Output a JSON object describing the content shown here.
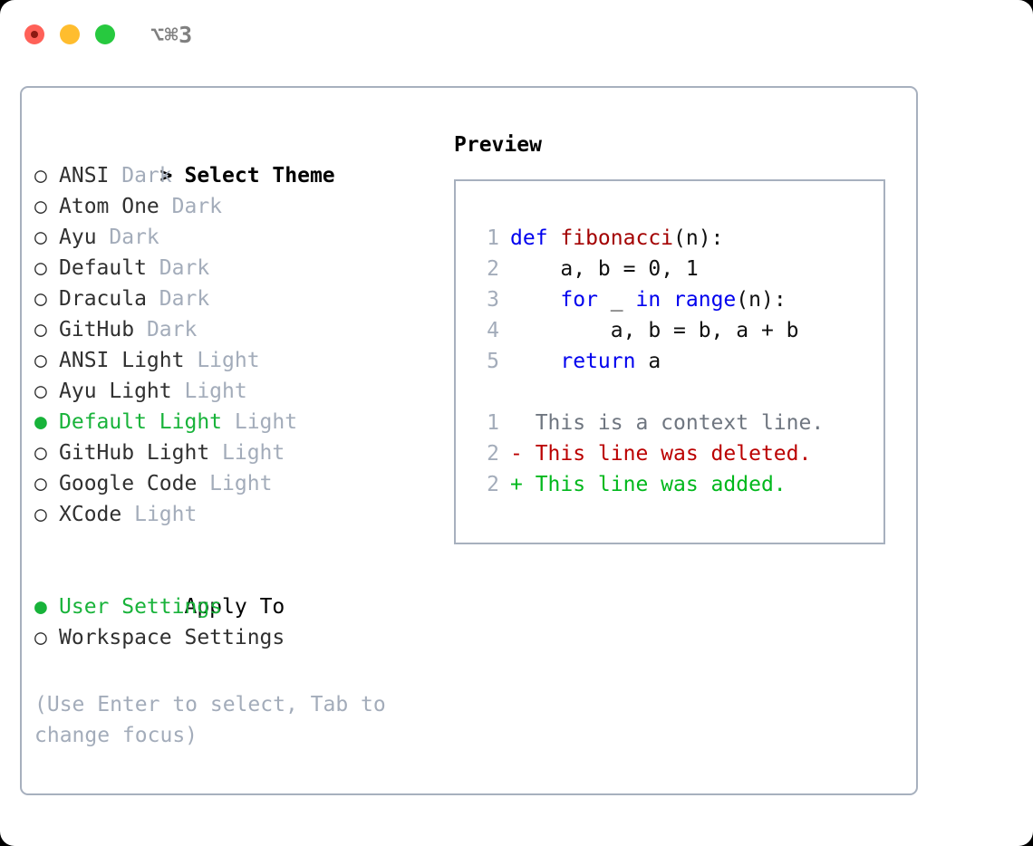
{
  "titlebar": {
    "title": "⌥⌘3",
    "buttons": [
      {
        "name": "close",
        "glyph": "",
        "color": "#ff6158"
      },
      {
        "name": "minimize",
        "glyph": "",
        "color": "#ffbd2e"
      },
      {
        "name": "maximize",
        "glyph": "",
        "color": "#27c93f"
      }
    ]
  },
  "theme_list": {
    "header": "Select Theme",
    "prompt_marker": ">",
    "marker_selected": "●",
    "marker_unselected": "○",
    "items": [
      {
        "label": "ANSI",
        "suffix": "Dark",
        "selected": false
      },
      {
        "label": "Atom One",
        "suffix": "Dark",
        "selected": false
      },
      {
        "label": "Ayu",
        "suffix": "Dark",
        "selected": false
      },
      {
        "label": "Default",
        "suffix": "Dark",
        "selected": false
      },
      {
        "label": "Dracula",
        "suffix": "Dark",
        "selected": false
      },
      {
        "label": "GitHub",
        "suffix": "Dark",
        "selected": false
      },
      {
        "label": "ANSI Light",
        "suffix": "Light",
        "selected": false
      },
      {
        "label": "Ayu Light",
        "suffix": "Light",
        "selected": false
      },
      {
        "label": "Default Light",
        "suffix": "Light",
        "selected": true
      },
      {
        "label": "GitHub Light",
        "suffix": "Light",
        "selected": false
      },
      {
        "label": "Google Code",
        "suffix": "Light",
        "selected": false
      },
      {
        "label": "XCode",
        "suffix": "Light",
        "selected": false
      }
    ]
  },
  "apply_to": {
    "header": "Apply To",
    "items": [
      {
        "label": "User Settings",
        "selected": true
      },
      {
        "label": "Workspace Settings",
        "selected": false
      }
    ]
  },
  "hint": "(Use Enter to select, Tab to change focus)",
  "preview": {
    "title": "Preview",
    "code_lines": [
      {
        "no": "1",
        "tokens": [
          {
            "t": "def ",
            "c": "kw"
          },
          {
            "t": "fibonacci",
            "c": "fn"
          },
          {
            "t": "(n):",
            "c": "plain"
          }
        ]
      },
      {
        "no": "2",
        "tokens": [
          {
            "t": "    a, b = ",
            "c": "plain"
          },
          {
            "t": "0",
            "c": "num"
          },
          {
            "t": ", ",
            "c": "plain"
          },
          {
            "t": "1",
            "c": "num"
          }
        ]
      },
      {
        "no": "3",
        "tokens": [
          {
            "t": "    ",
            "c": "plain"
          },
          {
            "t": "for",
            "c": "kw"
          },
          {
            "t": " _ ",
            "c": "plain"
          },
          {
            "t": "in",
            "c": "kw"
          },
          {
            "t": " ",
            "c": "plain"
          },
          {
            "t": "range",
            "c": "kw"
          },
          {
            "t": "(n):",
            "c": "plain"
          }
        ]
      },
      {
        "no": "4",
        "tokens": [
          {
            "t": "        a, b = b, a + b",
            "c": "plain"
          }
        ]
      },
      {
        "no": "5",
        "tokens": [
          {
            "t": "    ",
            "c": "plain"
          },
          {
            "t": "return",
            "c": "kw"
          },
          {
            "t": " a",
            "c": "plain"
          }
        ]
      }
    ],
    "diff_lines": [
      {
        "no": "1",
        "sign": " ",
        "text": "This is a context line.",
        "kind": "ctx"
      },
      {
        "no": "2",
        "sign": "-",
        "text": "This line was deleted.",
        "kind": "del"
      },
      {
        "no": "2",
        "sign": "+",
        "text": "This line was added.",
        "kind": "add"
      }
    ]
  },
  "colors": {
    "border": "#a7b0be",
    "selected_green": "#18b33a",
    "muted": "#a3acba",
    "keyword_blue": "#0000ee",
    "function_red": "#a30000",
    "diff_add_green": "#00b81c",
    "diff_del_red": "#bb0000"
  }
}
